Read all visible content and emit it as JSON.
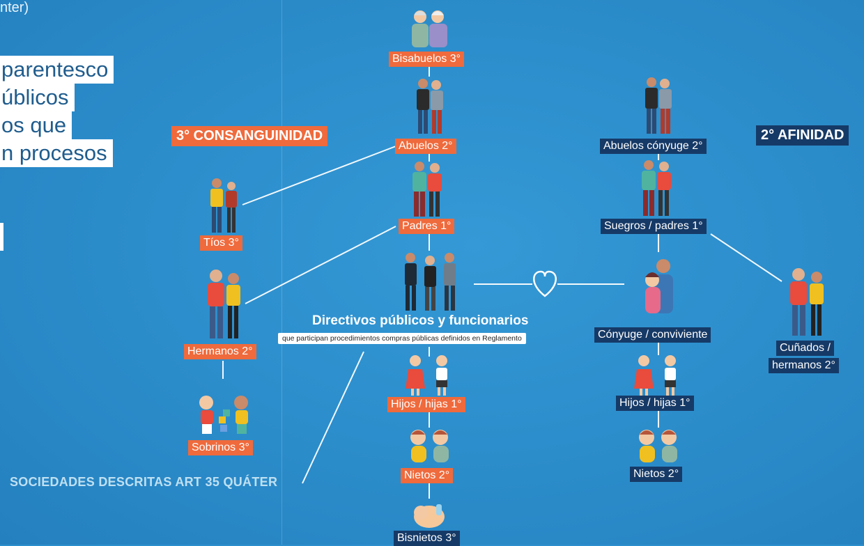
{
  "top_fragment": "nter)",
  "intro_lines": [
    "parentesco",
    "úblicos",
    "os que",
    "n procesos"
  ],
  "headings": {
    "consanguinidad": "3° CONSANGUINIDAD",
    "afinidad": "2° AFINIDAD"
  },
  "center": {
    "title": "Directivos públicos y funcionarios",
    "subtitle": "que participan procedimientos compras públicas definidos en Reglamento"
  },
  "labels": {
    "bisabuelos": "Bisabuelos 3°",
    "abuelos": "Abuelos 2°",
    "padres": "Padres 1°",
    "tios": "Tíos 3°",
    "hermanos": "Hermanos 2°",
    "sobrinos": "Sobrinos 3°",
    "hijos": "Hijos / hijas 1°",
    "nietos": "Nietos 2°",
    "bisnietos": "Bisnietos 3°",
    "abuelos_conyuge": "Abuelos cónyuge 2°",
    "suegros": "Suegros / padres 1°",
    "conyuge": "Cónyuge / conviviente",
    "cunados_1": "Cuñados /",
    "cunados_2": "hermanos 2°",
    "hijos_afin": "Hijos / hijas 1°",
    "nietos_afin": "Nietos 2°"
  },
  "sociedades": "SOCIEDADES DESCRITAS ART 35 QUÁTER",
  "colors": {
    "background": "#2d8fcd",
    "orange": "#ef6a3c",
    "navy": "#163a67",
    "white": "#ffffff"
  }
}
